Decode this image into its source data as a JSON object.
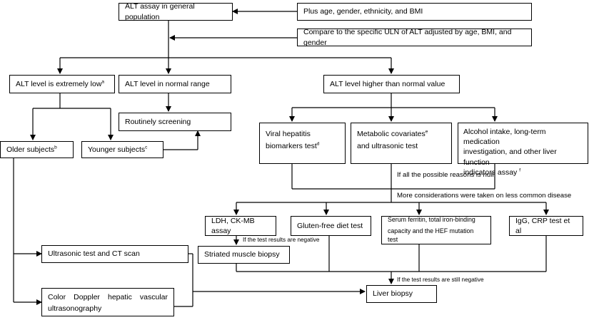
{
  "boxes": {
    "alt_assay": "ALT assay in general population",
    "plus_age": "Plus age, gender, ethnicity, and BMI",
    "compare_uln": "Compare to the specific ULN of ALT adjusted by age, BMI, and gender",
    "alt_low": "ALT level is extremely low",
    "alt_low_sup": "a",
    "alt_normal": "ALT level in normal range",
    "alt_high": "ALT level higher than normal value",
    "routine": "Routinely screening",
    "older": "Older subjects",
    "older_sup": "b",
    "younger": "Younger subjects",
    "younger_sup": "c",
    "viral_1": "Viral hepatitis",
    "viral_2": "biomarkers test",
    "viral_sup": "d",
    "metabolic_1": "Metabolic covariates",
    "metabolic_sup": "e",
    "metabolic_2": "and ultrasonic test",
    "alcohol_1": "Alcohol intake, long-term medication",
    "alcohol_2": "investigation, and other liver function",
    "alcohol_3": "indicators assay",
    "alcohol_sup": "f",
    "ldh": "LDH, CK-MB assay",
    "gluten": "Gluten-free diet test",
    "ferritin_1": "Serum ferritin, total iron-binding",
    "ferritin_2": "capacity and the HEF mutation test",
    "igg": "IgG, CRP test et al",
    "striated": "Striated muscle biopsy",
    "ultrasonic_ct": "Ultrasonic test and CT scan",
    "doppler_1": "Color Doppler hepatic vascular",
    "doppler_2": "ultrasonography",
    "liver_biopsy": "Liver biopsy"
  },
  "labels": {
    "null_reasons": "If all the possible reasons is null",
    "more_considerations": "More considerations were taken on less common disease",
    "if_negative": "If the test results are negative",
    "still_negative": "If the test results are still negative"
  }
}
